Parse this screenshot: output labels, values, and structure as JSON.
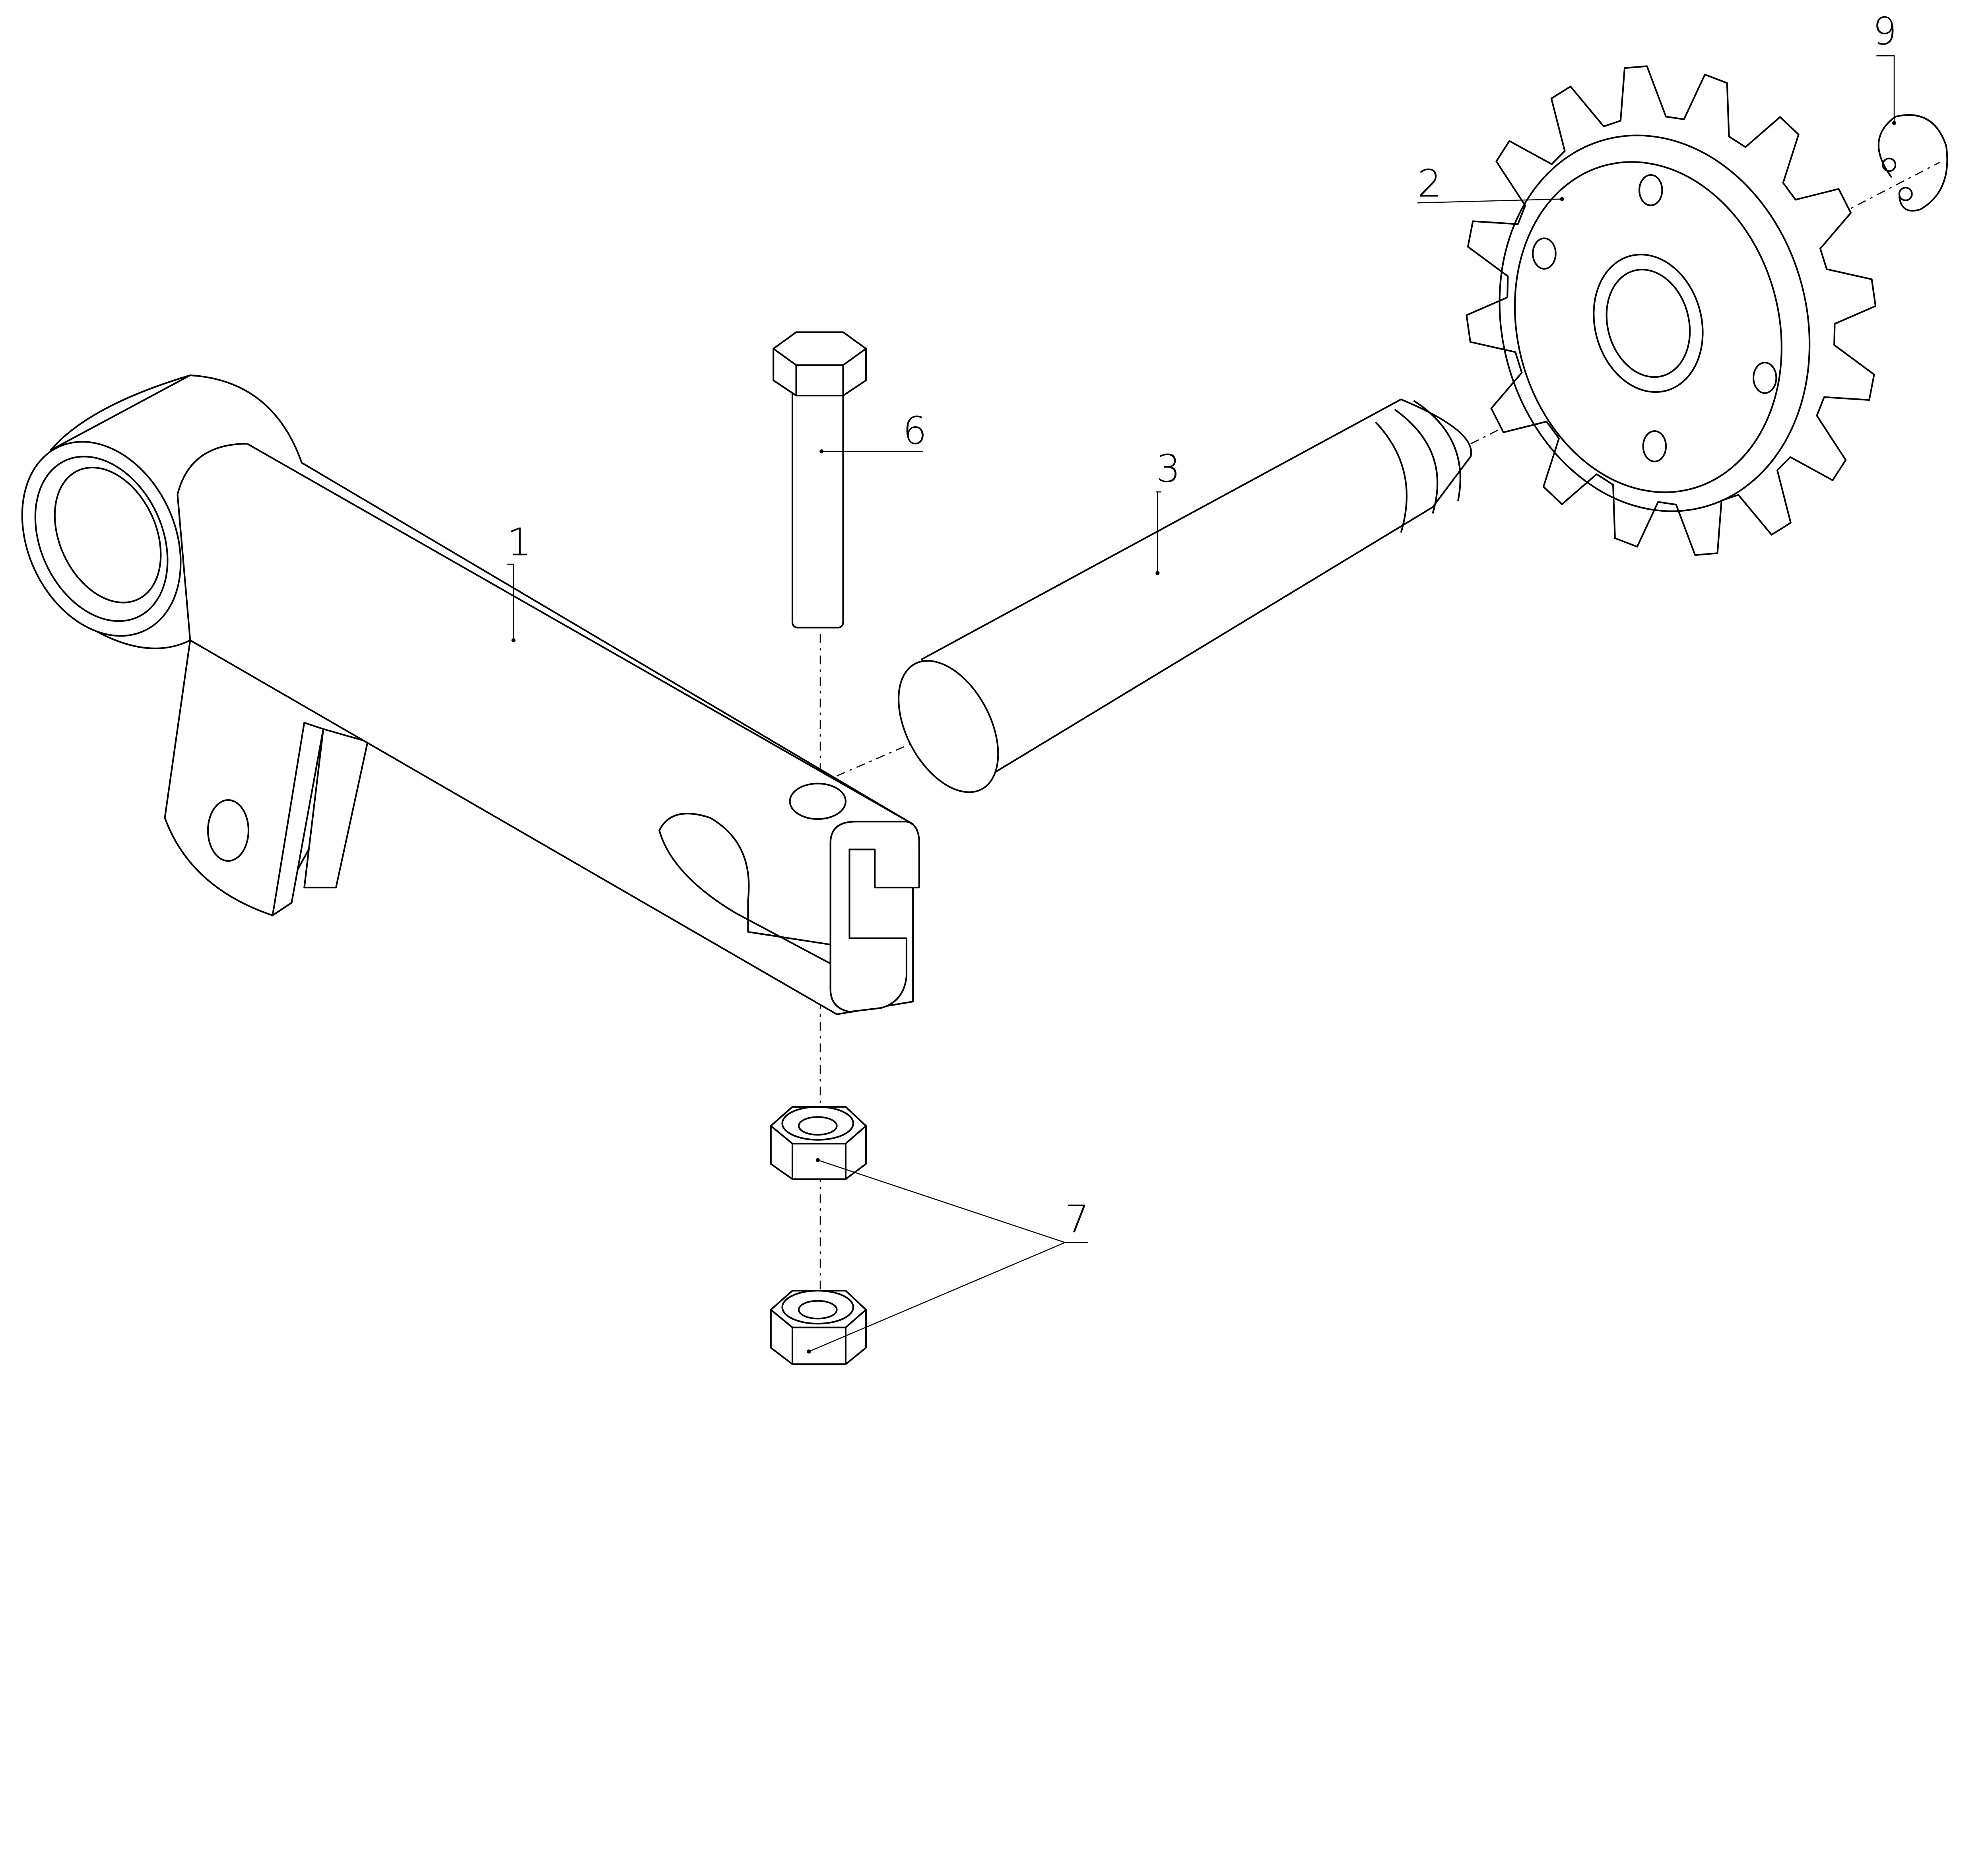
{
  "diagram": {
    "type": "exploded-parts-view",
    "callouts": [
      {
        "id": "1",
        "label": "1"
      },
      {
        "id": "2",
        "label": "2"
      },
      {
        "id": "3",
        "label": "3"
      },
      {
        "id": "6",
        "label": "6"
      },
      {
        "id": "7",
        "label": "7"
      },
      {
        "id": "9",
        "label": "9"
      }
    ]
  }
}
